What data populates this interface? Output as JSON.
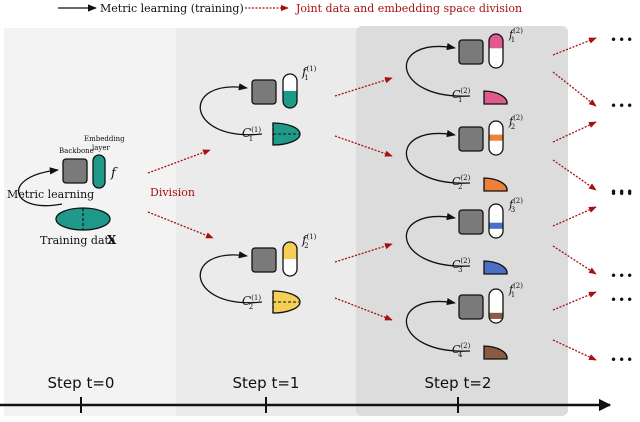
{
  "legend": {
    "metric_learning": "Metric learning (training)",
    "joint_division": "Joint data and embedding space division"
  },
  "step0": {
    "backbone_label": "Backbone",
    "embedding_label_line1": "Embedding",
    "embedding_label_line2": "layer",
    "f_label": "f",
    "metric_learning_label": "Metric learning",
    "training_data_label": "Training data",
    "x_label": "X",
    "division_label": "Division"
  },
  "steps": [
    "Step t=0",
    "Step t=1",
    "Step t=2"
  ],
  "symbols": {
    "f": "f",
    "C": "C"
  },
  "step1_nodes": [
    {
      "sub": "1",
      "sup": "(1)",
      "color": "#1f9a8a"
    },
    {
      "sub": "2",
      "sup": "(1)",
      "color": "#f5cf55"
    }
  ],
  "step2_nodes": [
    {
      "f_sub": "1",
      "c_sub": "1",
      "sup": "(2)",
      "color": "#e05a8e"
    },
    {
      "f_sub": "2",
      "c_sub": "2",
      "sup": "(2)",
      "color": "#f07f3a"
    },
    {
      "f_sub": "3",
      "c_sub": "3",
      "sup": "(2)",
      "color": "#4a6fc4"
    },
    {
      "f_sub": "1",
      "c_sub": "4",
      "sup": "(2)",
      "color": "#8a5a44"
    }
  ],
  "ellipsis": "•••",
  "colors": {
    "division_red": "#a81010",
    "teal": "#1f9a8a",
    "box_gray": "#7a7a7a",
    "panel1": "#ebebeb",
    "panel2": "#d9d9d9",
    "panel0": "#f3f3f3"
  }
}
